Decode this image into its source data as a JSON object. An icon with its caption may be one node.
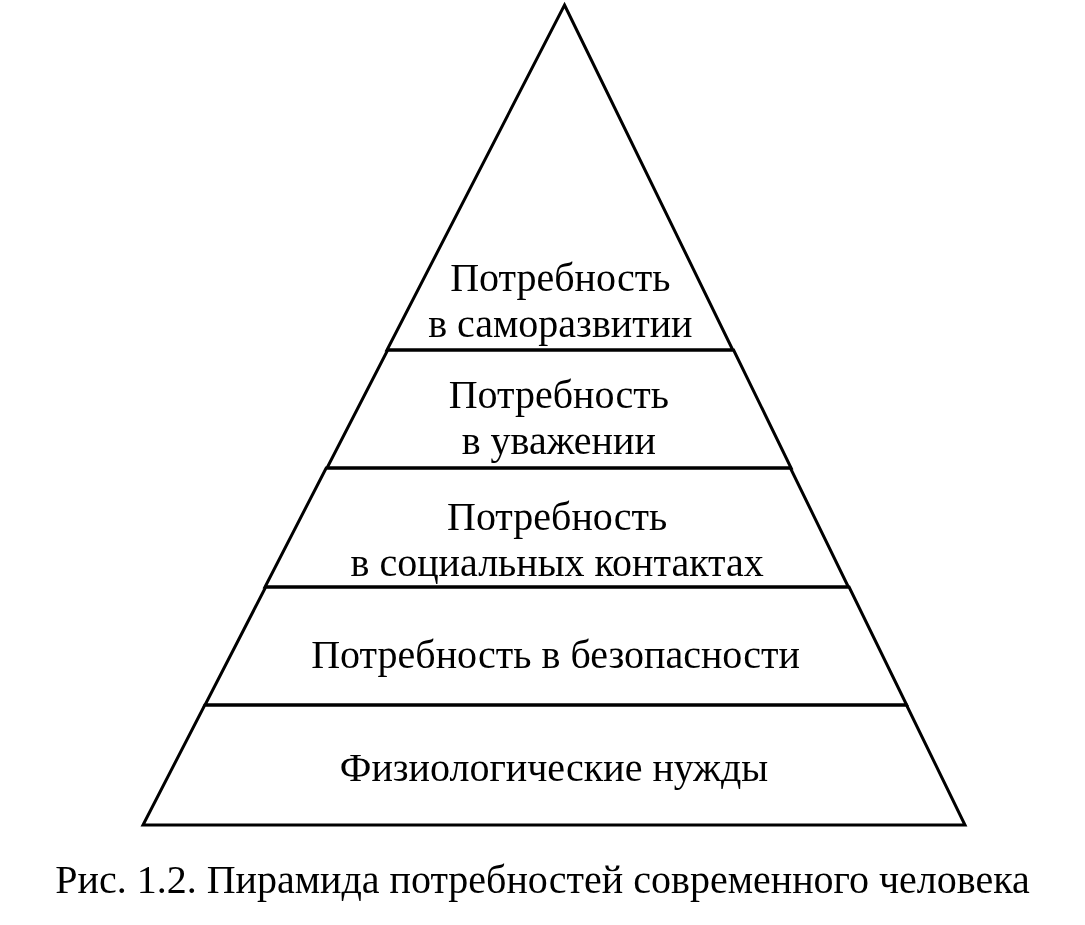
{
  "diagram": {
    "caption": "Рис. 1.2. Пирамида потребностей современного человека",
    "nodes": [
      {
        "text": [
          "Потребность в саморазвитии"
        ]
      },
      {
        "text": [
          "Потребность в уважении"
        ]
      },
      {
        "text": [
          "Потребность в социальных контактах"
        ]
      },
      {
        "text": [
          "Потребность в безопасности"
        ]
      },
      {
        "text": [
          "Физиологические нужды"
        ]
      }
    ]
  }
}
